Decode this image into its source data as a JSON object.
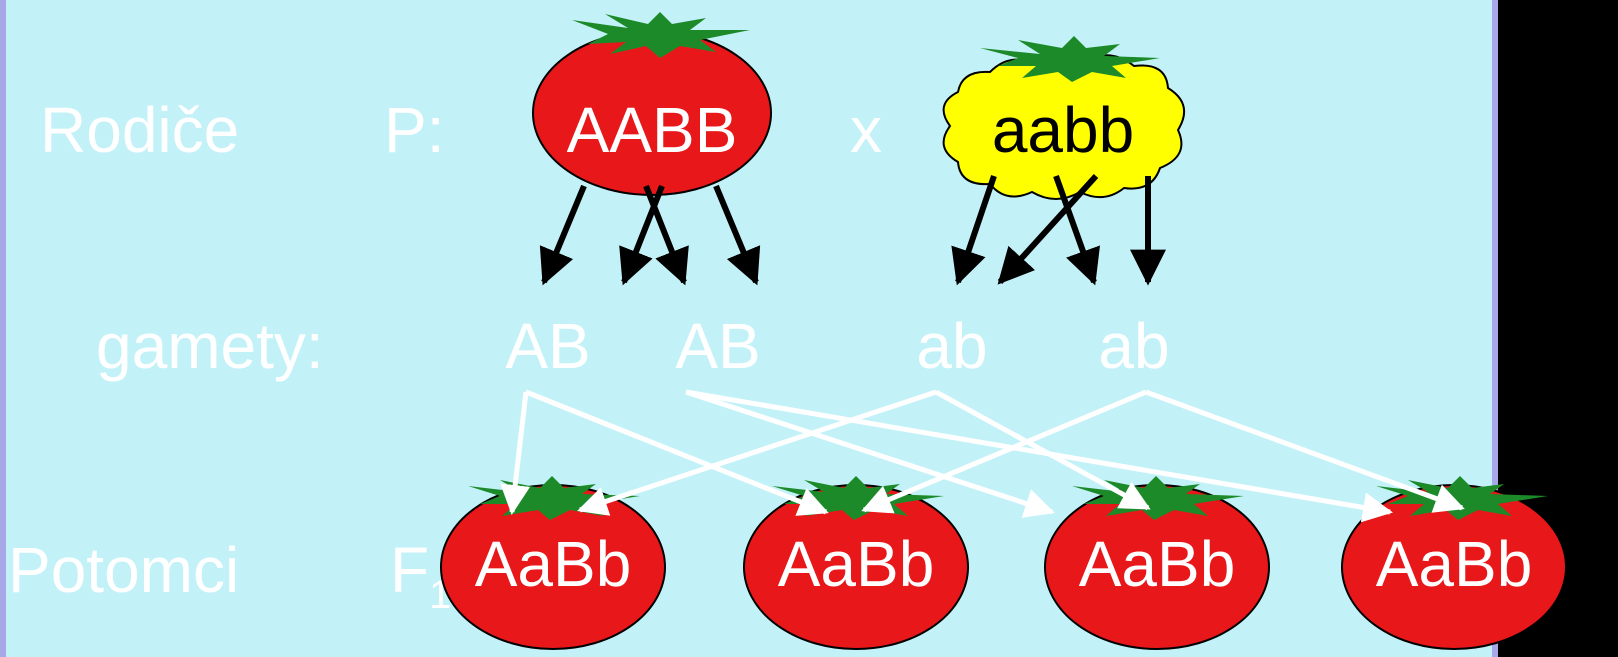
{
  "colors": {
    "background": "#c2f2f8",
    "border_left": "#a8a8e8",
    "border_right": "#000000",
    "tomato_red": "#e8171a",
    "leaf_green": "#1d8a2a",
    "yellow_fruit": "#ffff00",
    "white_text": "#ffffff",
    "arrow_black": "#000000",
    "arrow_white": "#ffffff"
  },
  "labels": {
    "parents_label": "Rodiče",
    "p_label": "P:",
    "cross_symbol": "x",
    "gametes_label": "gamety:",
    "offspring_label": "Potomci",
    "f1_label": "F",
    "f1_subscript": "1",
    "f1_colon": ":"
  },
  "parents": {
    "red": {
      "genotype": "AABB",
      "icon": "red-tomato-icon"
    },
    "yellow": {
      "genotype": "aabb",
      "icon": "yellow-tomato-icon"
    }
  },
  "gametes": [
    "AB",
    "AB",
    "ab",
    "ab"
  ],
  "offspring": [
    "AaBb",
    "AaBb",
    "AaBb",
    "AaBb"
  ]
}
